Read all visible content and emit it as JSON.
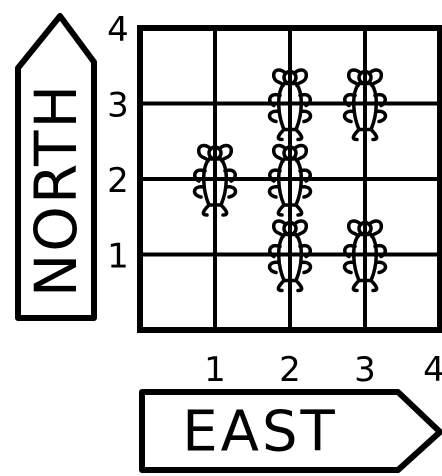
{
  "north_sign": {
    "label": "NORTH"
  },
  "east_sign": {
    "label": "EAST"
  },
  "y_ticks": [
    "1",
    "2",
    "3",
    "4"
  ],
  "x_ticks": [
    "1",
    "2",
    "3",
    "4"
  ],
  "grid": {
    "x_min": 0,
    "x_max": 4,
    "y_min": 0,
    "y_max": 4,
    "gridlines": true
  },
  "icon": "bug-icon",
  "plants": [
    {
      "x": 1,
      "y": 2
    },
    {
      "x": 2,
      "y": 1
    },
    {
      "x": 2,
      "y": 2
    },
    {
      "x": 2,
      "y": 3
    },
    {
      "x": 3,
      "y": 1
    },
    {
      "x": 3,
      "y": 3
    }
  ]
}
